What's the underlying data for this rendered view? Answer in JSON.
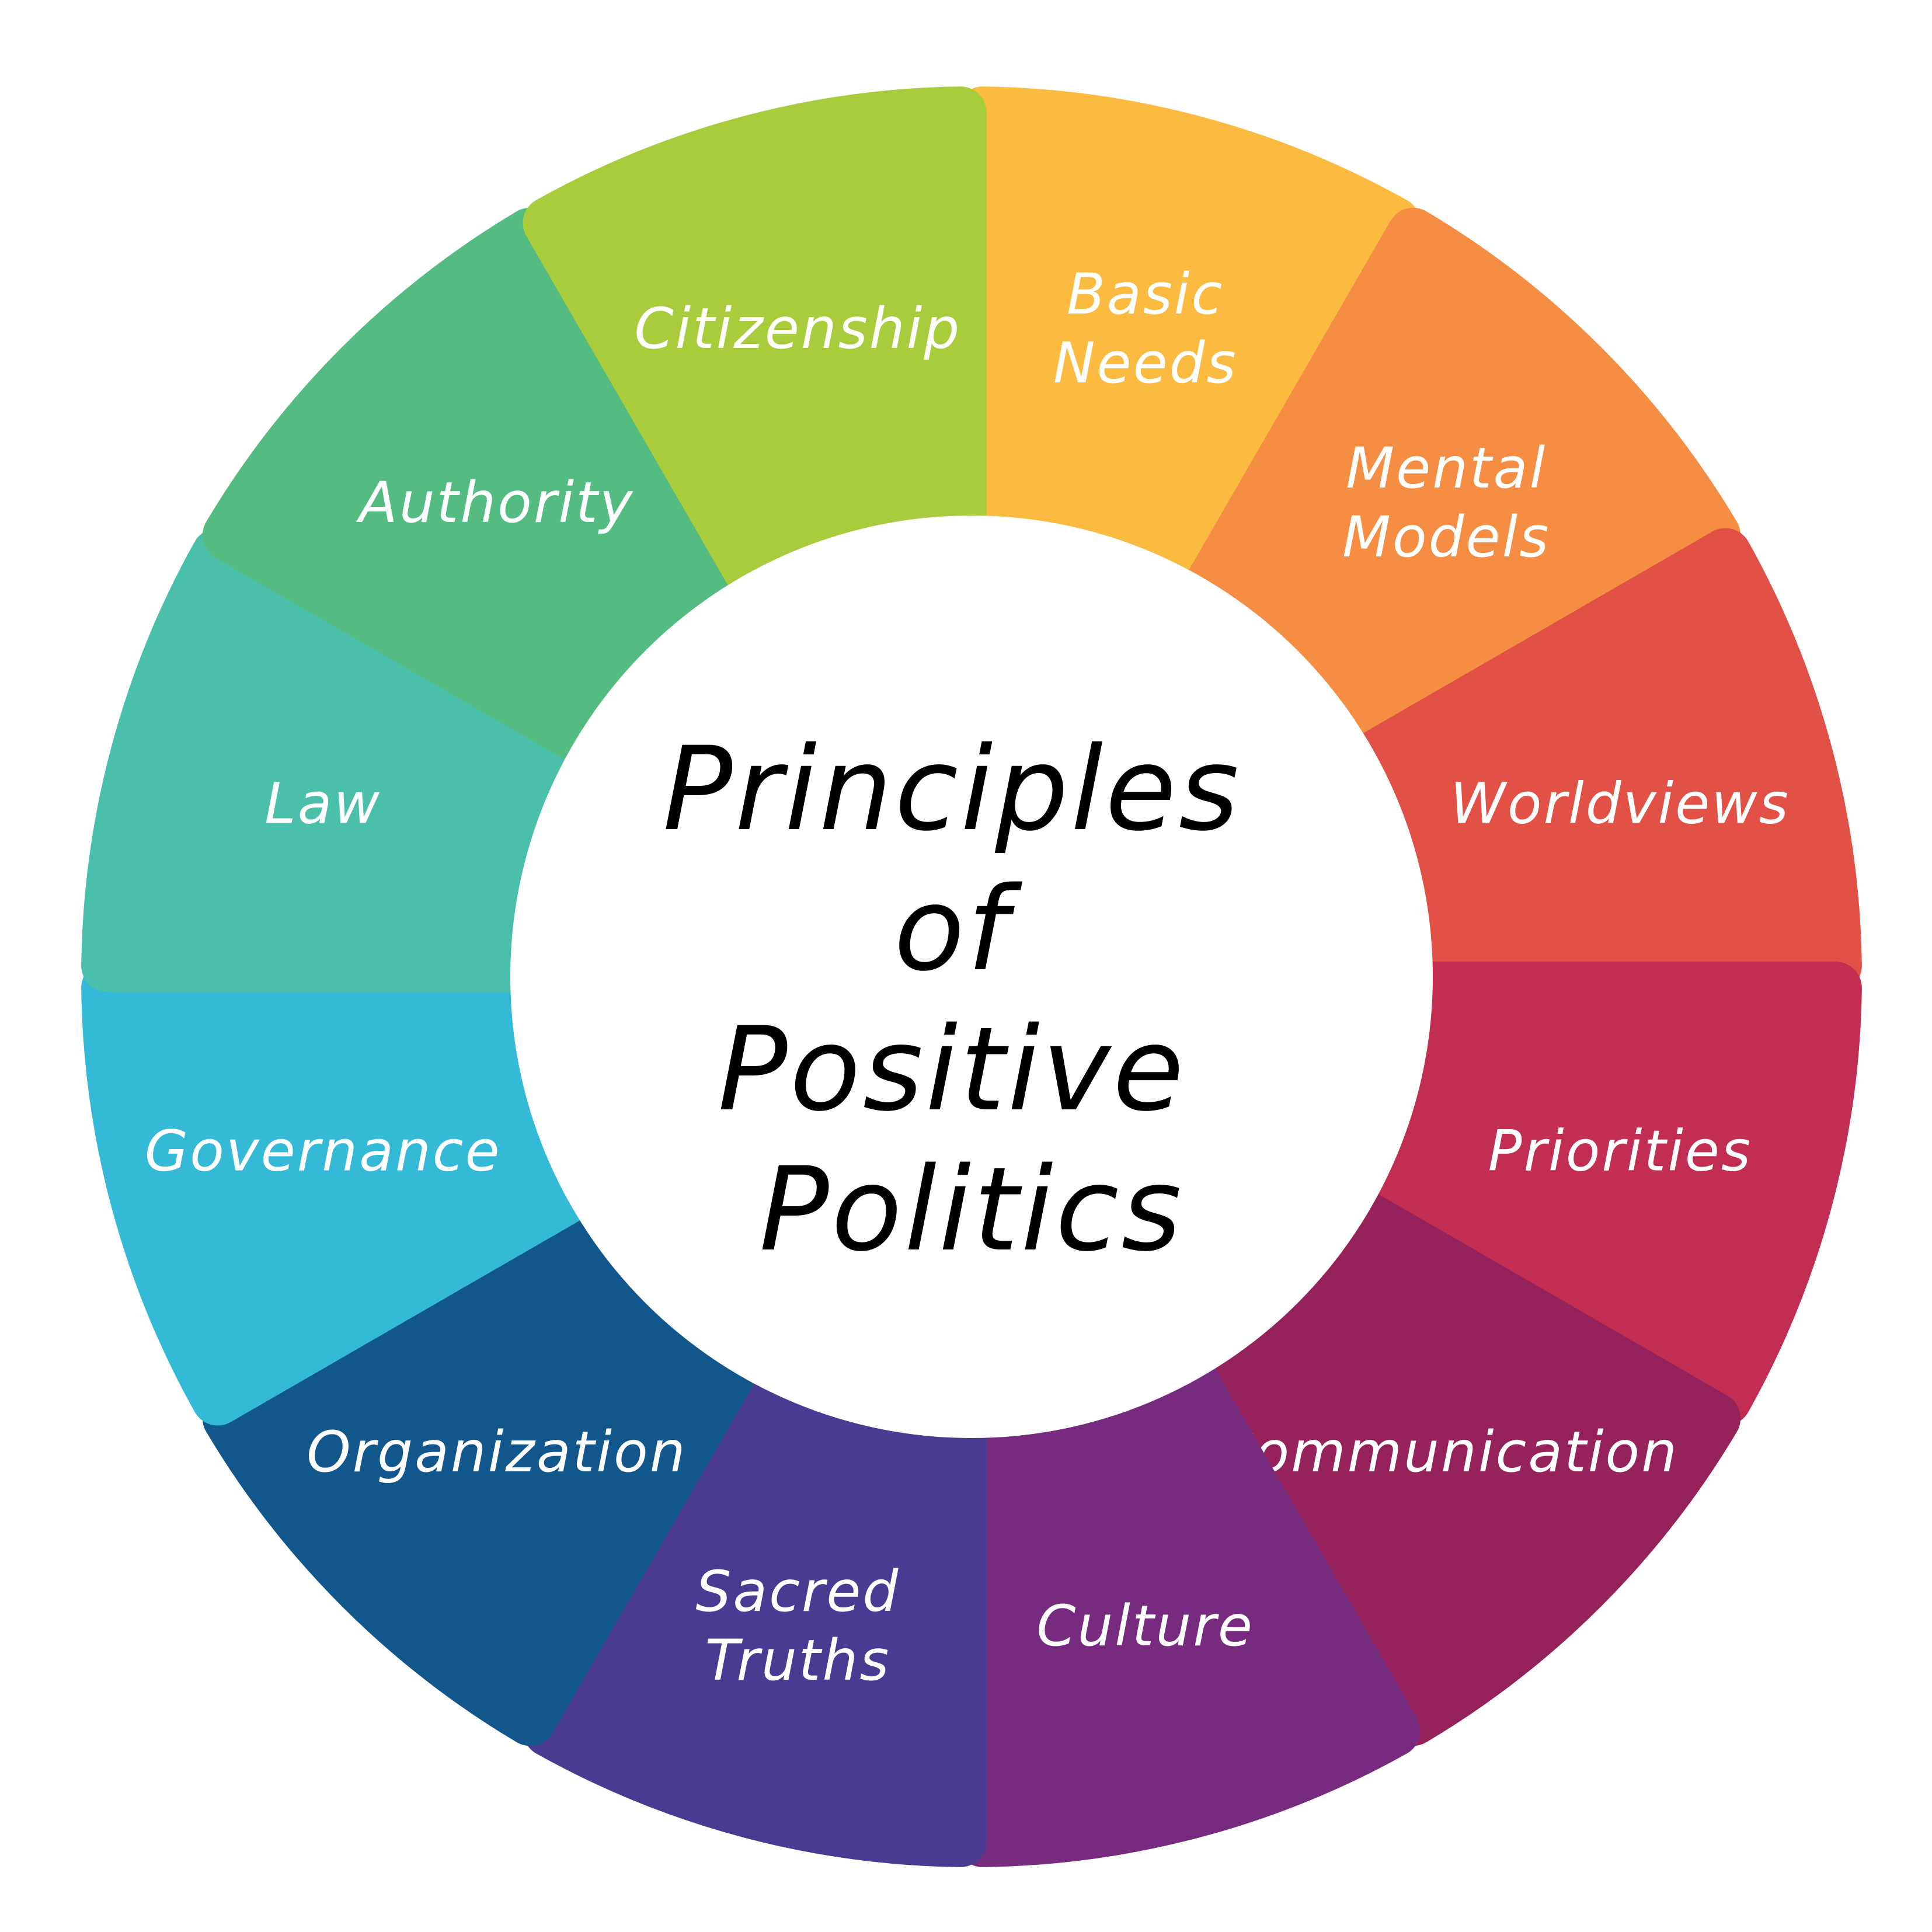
{
  "center": {
    "lines": [
      "Principles",
      "of",
      "Positive",
      "Politics"
    ]
  },
  "segments": [
    {
      "id": "basic-needs",
      "lines": [
        "Basic",
        "Needs"
      ],
      "color": "#FBBB40"
    },
    {
      "id": "mental-models",
      "lines": [
        "Mental",
        "Models"
      ],
      "color": "#F58D43"
    },
    {
      "id": "worldviews",
      "lines": [
        "Worldviews"
      ],
      "color": "#E15146"
    },
    {
      "id": "priorities",
      "lines": [
        "Priorities"
      ],
      "color": "#C22E52"
    },
    {
      "id": "communication",
      "lines": [
        "Communication"
      ],
      "color": "#95225B"
    },
    {
      "id": "culture",
      "lines": [
        "Culture"
      ],
      "color": "#762B7E"
    },
    {
      "id": "sacred-truths",
      "lines": [
        "Sacred",
        "Truths"
      ],
      "color": "#4A3A91"
    },
    {
      "id": "organization",
      "lines": [
        "Organization"
      ],
      "color": "#12578C"
    },
    {
      "id": "governance",
      "lines": [
        "Governance"
      ],
      "color": "#34B9D6"
    },
    {
      "id": "law",
      "lines": [
        "Law"
      ],
      "color": "#4ABFAA"
    },
    {
      "id": "authority",
      "lines": [
        "Authority"
      ],
      "color": "#54BC81"
    },
    {
      "id": "citizenship",
      "lines": [
        "Citizenship"
      ],
      "color": "#A9CC3C"
    }
  ]
}
